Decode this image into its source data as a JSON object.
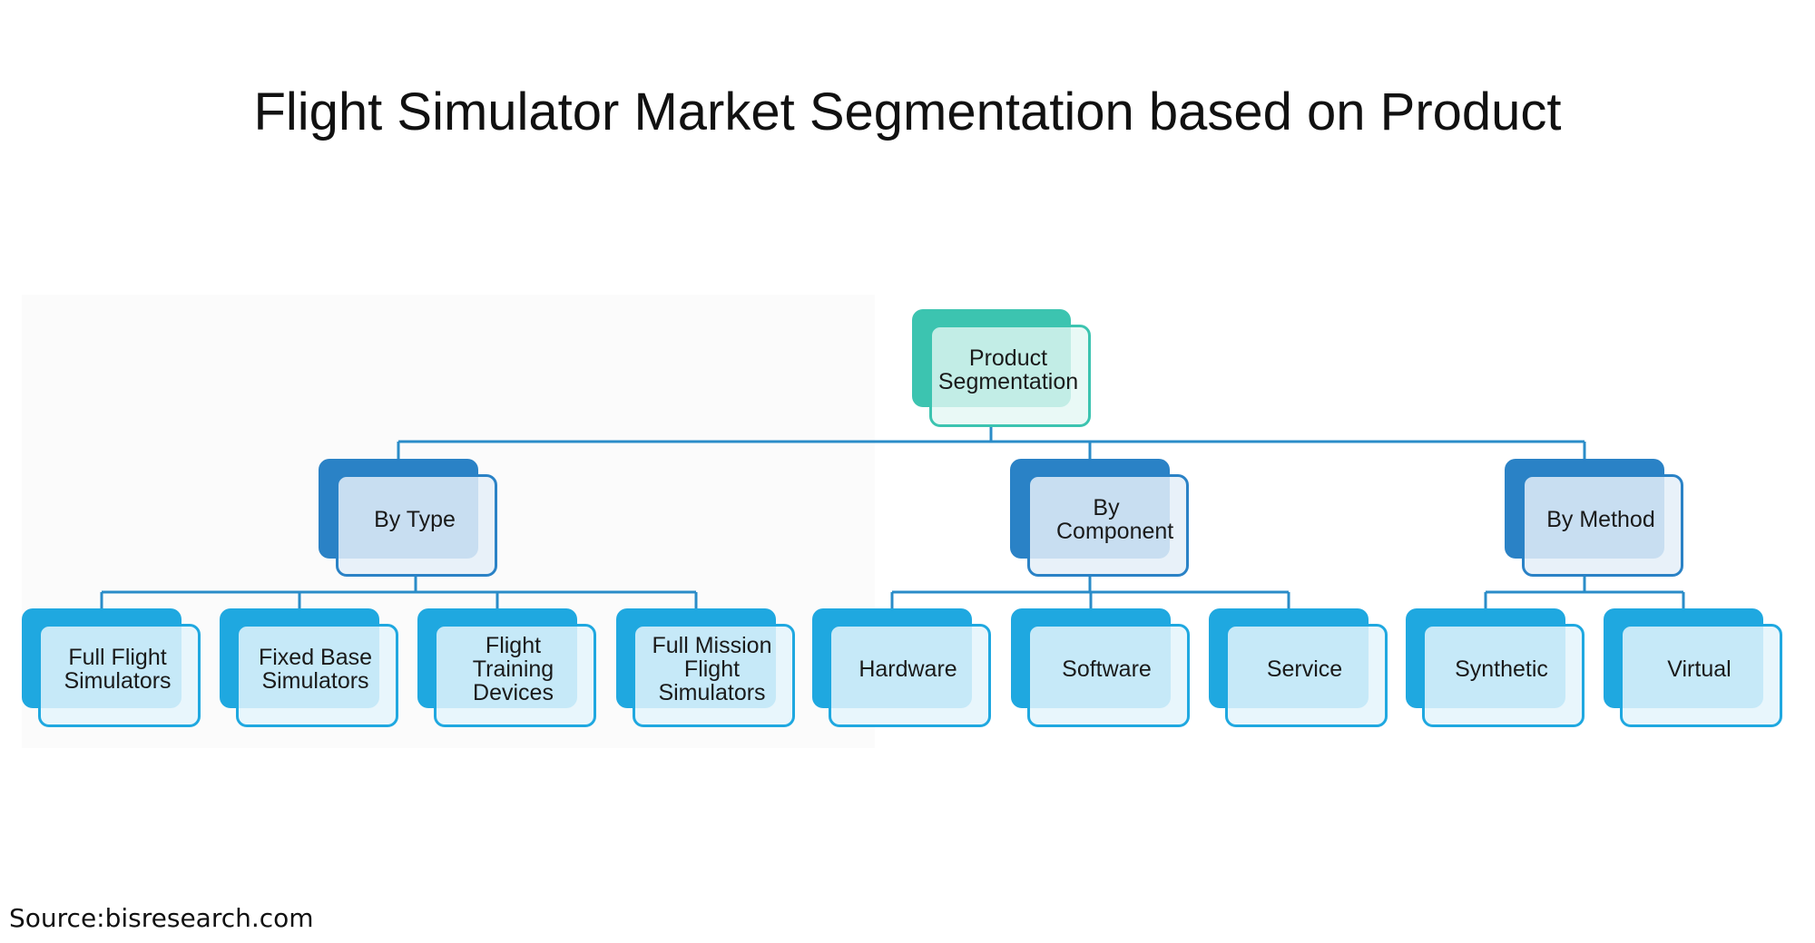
{
  "title": "Flight Simulator Market Segmentation based on Product",
  "root": {
    "label": "Product Segmentation"
  },
  "categories": [
    {
      "label": "By Type",
      "children": [
        "Full Flight Simulators",
        "Fixed Base Simulators",
        "Flight Training Devices",
        "Full Mission Flight Simulators"
      ]
    },
    {
      "label": "By Component",
      "children": [
        "Hardware",
        "Software",
        "Service"
      ]
    },
    {
      "label": "By Method",
      "children": [
        "Synthetic",
        "Virtual"
      ]
    }
  ],
  "colors": {
    "root": "#3cc4b0",
    "category": "#2a82c6",
    "leaf": "#1fa8e0",
    "connector": "#2a8cc8"
  },
  "source": "Source:bisresearch.com"
}
